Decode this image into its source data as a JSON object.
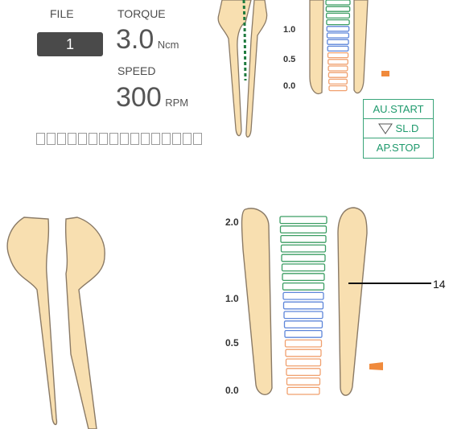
{
  "file": {
    "label": "FILE",
    "value": "1"
  },
  "torque": {
    "label": "TORQUE",
    "value": "3.0",
    "unit": "Ncm"
  },
  "speed": {
    "label": "SPEED",
    "value": "300",
    "unit": "RPM"
  },
  "buttons": {
    "au_start": "AU.START",
    "sl_d": "SL.D",
    "ap_stop": "AP.STOP"
  },
  "small_scale": {
    "labels": [
      "1.0",
      "0.5",
      "0.0"
    ]
  },
  "large_scale": {
    "labels": [
      "2.0",
      "1.0",
      "0.5",
      "0.0"
    ]
  },
  "callout": {
    "number": "14"
  },
  "colors": {
    "green": "#3c9e63",
    "blue": "#5e86d9",
    "orange": "#f0a06e",
    "tooth": "#f8dfb0",
    "tooth_outline": "#8a7a66",
    "marker": "#f08a3c"
  },
  "progress_segments": 16
}
